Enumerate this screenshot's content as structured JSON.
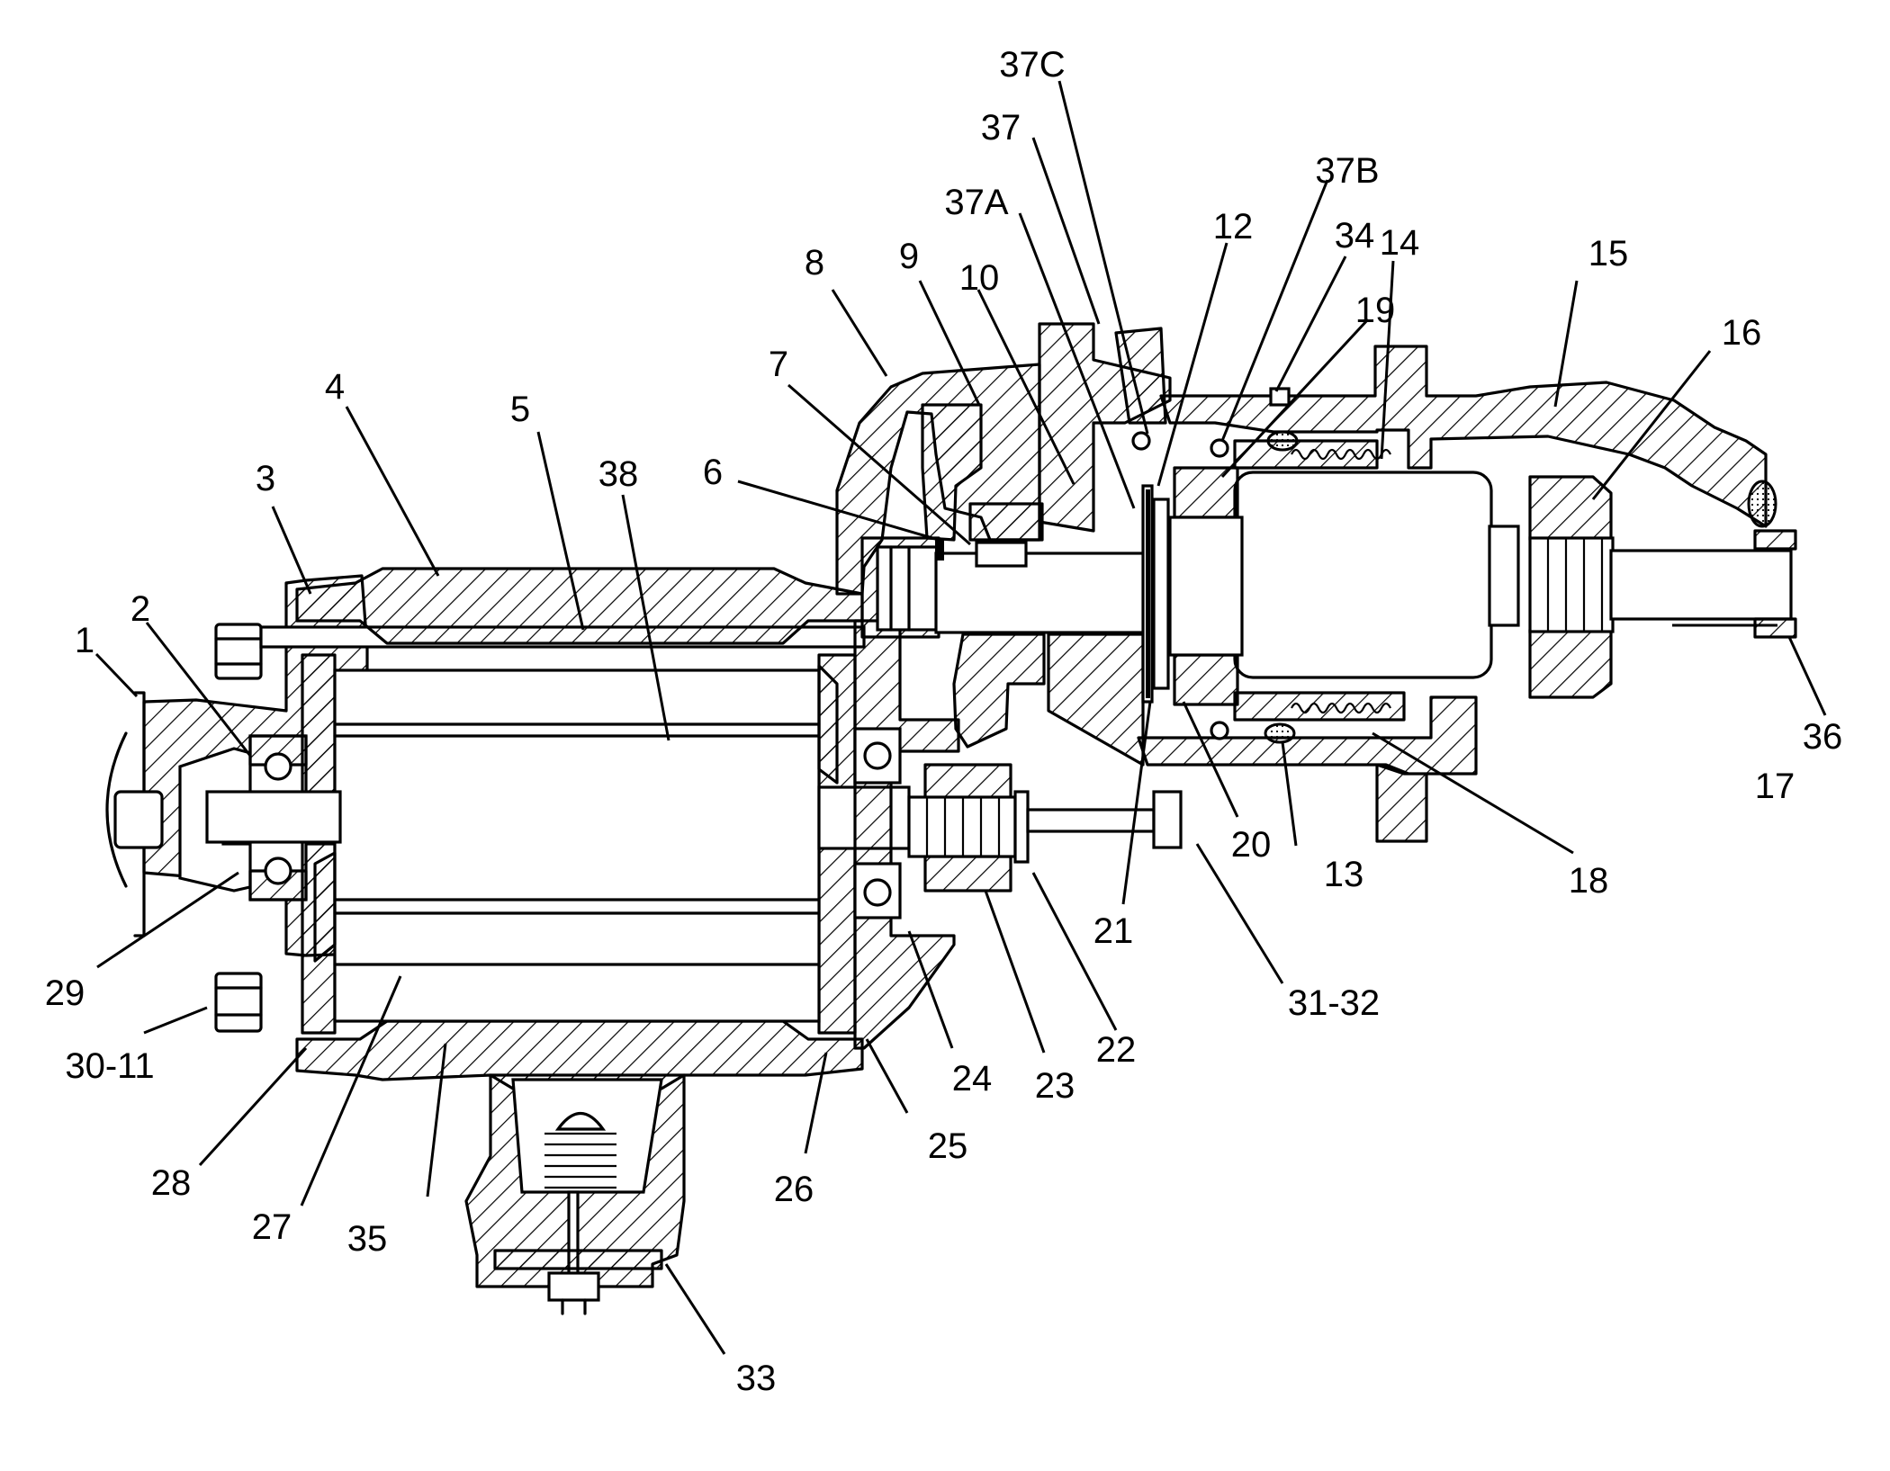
{
  "diagram": {
    "callouts": [
      "1",
      "2",
      "3",
      "4",
      "5",
      "6",
      "7",
      "8",
      "9",
      "10",
      "12",
      "13",
      "14",
      "15",
      "16",
      "17",
      "18",
      "19",
      "20",
      "21",
      "22",
      "23",
      "24",
      "25",
      "26",
      "27",
      "28",
      "29",
      "30-11",
      "31-32",
      "33",
      "34",
      "35",
      "36",
      "37",
      "37A",
      "37B",
      "37C",
      "38"
    ]
  }
}
